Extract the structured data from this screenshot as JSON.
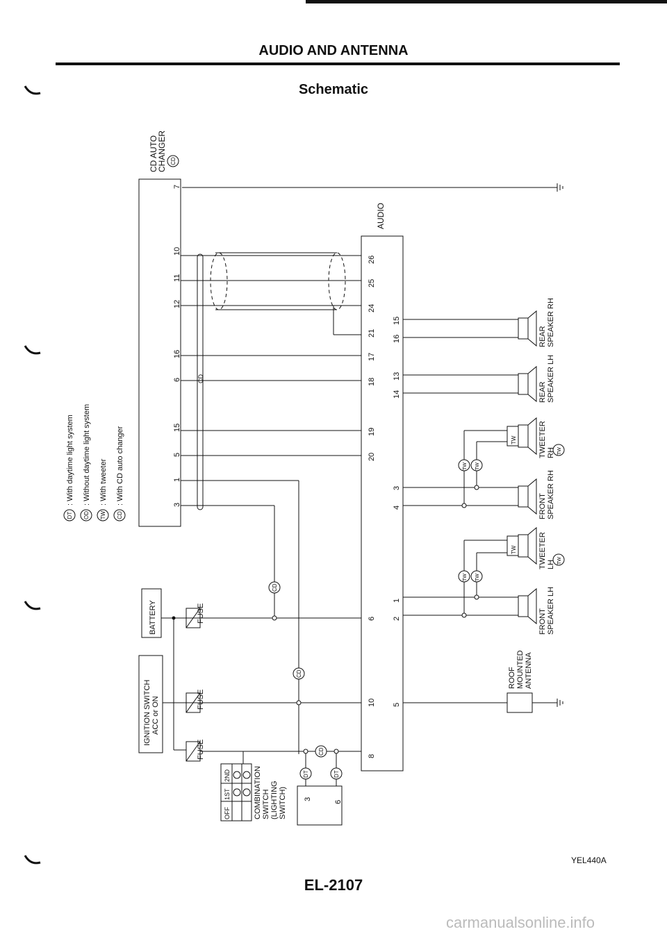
{
  "page": {
    "title": "AUDIO AND ANTENNA",
    "section": "Schematic",
    "code": "YEL440A",
    "page_number": "EL-2107",
    "watermark": "carmanualsonline.info"
  },
  "legend": [
    {
      "tag": "DT",
      "text": ": With daytime light system"
    },
    {
      "tag": "OD",
      "text": ": Without daytime light system"
    },
    {
      "tag": "TW",
      "text": ": With tweeter"
    },
    {
      "tag": "CD",
      "text": ": With CD auto changer"
    }
  ],
  "components": {
    "cd_changer_line1": "CD AUTO",
    "cd_changer_line2": "CHANGER",
    "cd_tag": "CD",
    "audio": "AUDIO",
    "battery": "BATTERY",
    "ignition_line1": "IGNITION SWITCH",
    "ignition_line2": "ACC or ON",
    "fuse": "FUSE",
    "combination_lines": [
      "COMBINATION",
      "SWITCH",
      "(LIGHTING",
      "SWITCH)"
    ],
    "combination_cols": [
      "OFF",
      "1ST",
      "2ND"
    ],
    "roof_lines": [
      "ROOF",
      "MOUNTED",
      "ANTENNA"
    ],
    "rear_rh": [
      "REAR",
      "SPEAKER RH"
    ],
    "rear_lh": [
      "REAR",
      "SPEAKER LH"
    ],
    "tweeter_rh": [
      "TWEETER",
      "RH"
    ],
    "front_rh": [
      "FRONT",
      "SPEAKER RH"
    ],
    "tweeter_lh": [
      "TWEETER",
      "LH"
    ],
    "front_lh": [
      "FRONT",
      "SPEAKER LH"
    ],
    "tw_box": "TW",
    "dt_tag": "DT",
    "tw_tag": "TW"
  },
  "cd_pins": [
    "7",
    "10",
    "11",
    "12",
    "16",
    "6",
    "15",
    "5",
    "1",
    "3"
  ],
  "audio_left_pins": [
    "26",
    "25",
    "24",
    "21",
    "17",
    "18",
    "19",
    "20",
    "6",
    "10",
    "8"
  ],
  "audio_right_pins": [
    "15",
    "16",
    "13",
    "14",
    "3",
    "4",
    "1",
    "2",
    "5"
  ],
  "connector_pins": [
    "3",
    "6"
  ]
}
